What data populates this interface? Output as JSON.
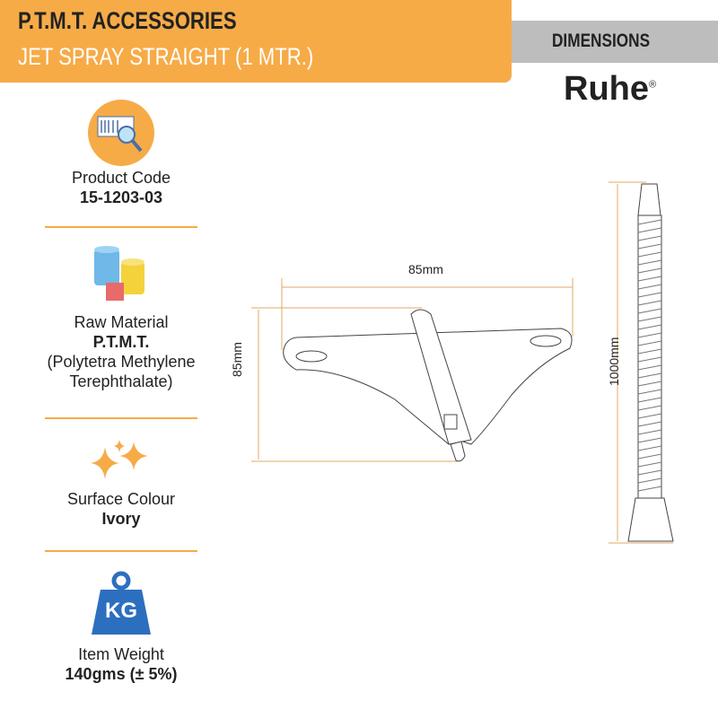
{
  "header": {
    "category": "P.T.M.T. ACCESSORIES",
    "product": "JET SPRAY STRAIGHT (1 MTR.)"
  },
  "dimensions_label": "DIMENSIONS",
  "brand": {
    "name": "Ruhe",
    "mark": "®"
  },
  "specs": [
    {
      "label": "Product Code",
      "value": "15-1203-03",
      "icon": "barcode-search-icon"
    },
    {
      "label": "Raw Material",
      "value": "P.T.M.T.",
      "extra1": "(Polytetra Methylene",
      "extra2": "Terephthalate)",
      "icon": "materials-icon"
    },
    {
      "label": "Surface Colour",
      "value": "Ivory",
      "icon": "sparkle-icon"
    },
    {
      "label": "Item Weight",
      "value": "140gms (± 5%)",
      "icon": "weight-icon",
      "icon_text": "KG"
    }
  ],
  "drawing": {
    "holder_width": "85mm",
    "holder_height": "85mm",
    "hose_length": "1000mm"
  },
  "colors": {
    "accent": "#f6ab47",
    "band": "#bdbdbd"
  }
}
